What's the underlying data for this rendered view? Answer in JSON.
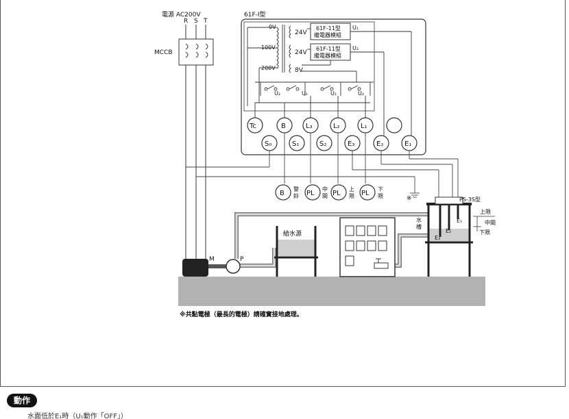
{
  "labels": {
    "supply": "電源 AC200V",
    "r": "R",
    "s": "S",
    "t": "T",
    "mccb": "MCCB",
    "model": "61F-I型",
    "v0": "0V",
    "v100": "100V",
    "v200": "200V",
    "v24a": "24V",
    "v24b": "24V",
    "v8": "8V",
    "relay1_line1": "61F-11型",
    "relay1_line2": "繼電器模組",
    "relay2_line1": "61F-11型",
    "relay2_line2": "繼電器模組",
    "u1_out": "U₁",
    "u2_out": "U₂",
    "c_u2a": "U₂",
    "c_u1a": "U₁",
    "c_u1b": "U₁",
    "c_u2b": "U₂",
    "t_tc": "Tc",
    "t_b": "B",
    "t_l3": "L₃",
    "t_l2": "L₂",
    "t_l1": "L₁",
    "t_s0": "S₀",
    "t_s1": "S₁",
    "t_s2": "S₂",
    "t_e3": "E₃",
    "t_e2": "E₂",
    "t_e1": "E₁",
    "ext_b": "B",
    "ext_pl1": "PL",
    "ext_pl2": "PL",
    "ext_pl3": "PL",
    "alarm1": "警",
    "alarm2": "鈴",
    "mid1": "中",
    "mid2": "間",
    "up1": "上",
    "up2": "限",
    "down1": "下",
    "down2": "限",
    "ground_mark": "※",
    "ps3s": "PS-3S型",
    "upper": "上限",
    "middle": "中間",
    "lower": "下限",
    "tank1": "水",
    "tank2": "槽",
    "e1": "E₁",
    "e2": "E₂",
    "e3": "E₃",
    "supply_tank": "給水源",
    "m": "M",
    "p": "P",
    "note": "※共點電極（最長的電極）請確實接地處理。"
  },
  "section": {
    "badge": "動作",
    "cut_text": "水面低於E₁時（U₁動作「OFF」）"
  }
}
